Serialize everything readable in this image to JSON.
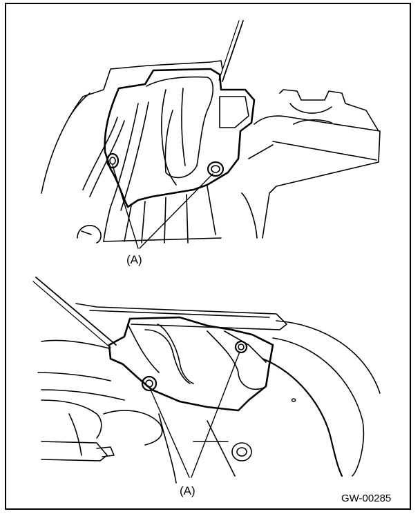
{
  "figure": {
    "top_callout": "(A)",
    "bottom_callout": "(A)",
    "code": "GW-00285"
  },
  "colors": {
    "line": "#000000",
    "background": "#ffffff"
  }
}
